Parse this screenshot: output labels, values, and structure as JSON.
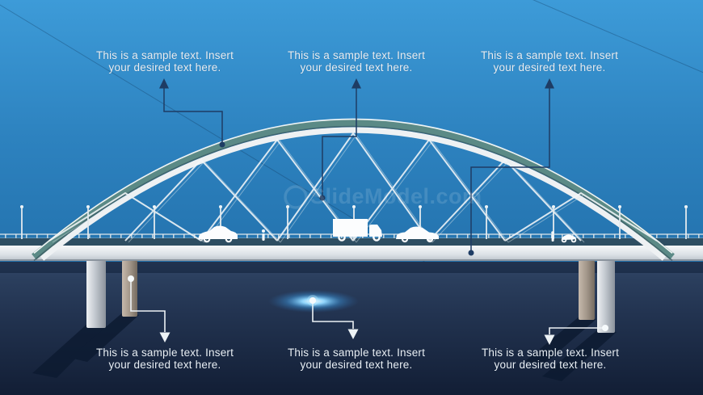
{
  "callouts": {
    "top_left": {
      "line1": "This is a sample text. Insert",
      "line2": "your desired text here."
    },
    "top_center": {
      "line1": "This is a sample text. Insert",
      "line2": "your desired text here."
    },
    "top_right": {
      "line1": "This is a sample text. Insert",
      "line2": "your desired text here."
    },
    "bottom_left": {
      "line1": "This is a sample text. Insert",
      "line2": "your desired text here."
    },
    "bottom_center": {
      "line1": "This is a sample text. Insert",
      "line2": "your desired text here."
    },
    "bottom_right": {
      "line1": "This is a sample text. Insert",
      "line2": "your desired text here."
    }
  },
  "watermark": {
    "brand": "SlideModel.com"
  },
  "colors": {
    "sky_top": "#3d9bd8",
    "sky_bottom": "#1d5f99",
    "water_top": "#35496b",
    "water_bottom": "#121e35",
    "arch_teal": "#5b8a86",
    "arch_white": "#eef1f3",
    "road": "#2e4e62",
    "deck_slab": "#dde2e7",
    "connector_dark": "#1e3c64",
    "connector_light": "#edf2f5",
    "glow": "#8fd4fb",
    "text": "#e9eef3"
  },
  "icons": {
    "illustration": "arch-bridge-side-view",
    "vehicles": [
      "car-icon",
      "pedestrian-icon",
      "truck-icon",
      "car-icon",
      "pedestrian-icon",
      "motorcycle-icon"
    ]
  }
}
